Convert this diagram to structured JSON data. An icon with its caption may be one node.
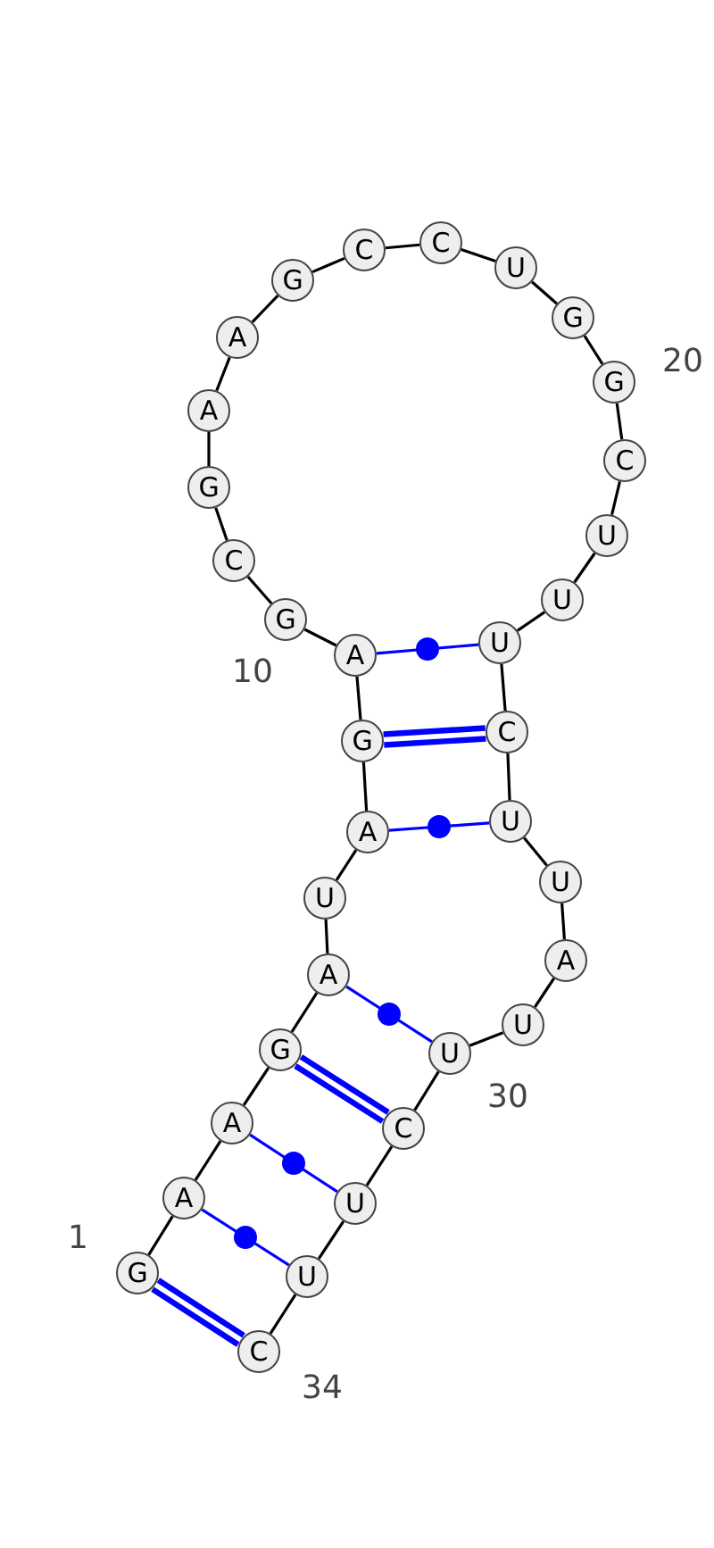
{
  "diagram": {
    "nodes": [
      {
        "text": [
          "G"
        ]
      },
      {
        "text": [
          "A"
        ]
      },
      {
        "text": [
          "A"
        ]
      },
      {
        "text": [
          "G"
        ]
      },
      {
        "text": [
          "A"
        ]
      },
      {
        "text": [
          "U"
        ]
      },
      {
        "text": [
          "A"
        ]
      },
      {
        "text": [
          "G"
        ]
      },
      {
        "text": [
          "A"
        ]
      },
      {
        "text": [
          "G"
        ]
      },
      {
        "text": [
          "C"
        ]
      },
      {
        "text": [
          "G"
        ]
      },
      {
        "text": [
          "A"
        ]
      },
      {
        "text": [
          "A"
        ]
      },
      {
        "text": [
          "G"
        ]
      },
      {
        "text": [
          "C"
        ]
      },
      {
        "text": [
          "C"
        ]
      },
      {
        "text": [
          "U"
        ]
      },
      {
        "text": [
          "G"
        ]
      },
      {
        "text": [
          "G"
        ]
      },
      {
        "text": [
          "C"
        ]
      },
      {
        "text": [
          "U"
        ]
      },
      {
        "text": [
          "U"
        ]
      },
      {
        "text": [
          "U"
        ]
      },
      {
        "text": [
          "C"
        ]
      },
      {
        "text": [
          "U"
        ]
      },
      {
        "text": [
          "U"
        ]
      },
      {
        "text": [
          "A"
        ]
      },
      {
        "text": [
          "U"
        ]
      },
      {
        "text": [
          "U"
        ]
      },
      {
        "text": [
          "C"
        ]
      },
      {
        "text": [
          "U"
        ]
      },
      {
        "text": [
          "U"
        ]
      },
      {
        "text": [
          "C"
        ]
      }
    ],
    "edges": [
      {
        "from": 0,
        "to": 1,
        "arrow": "none"
      },
      {
        "from": 1,
        "to": 2,
        "arrow": "none"
      },
      {
        "from": 2,
        "to": 3,
        "arrow": "none"
      },
      {
        "from": 3,
        "to": 4,
        "arrow": "none"
      },
      {
        "from": 4,
        "to": 5,
        "arrow": "none"
      },
      {
        "from": 5,
        "to": 6,
        "arrow": "none"
      },
      {
        "from": 6,
        "to": 7,
        "arrow": "none"
      },
      {
        "from": 7,
        "to": 8,
        "arrow": "none"
      },
      {
        "from": 8,
        "to": 9,
        "arrow": "none"
      },
      {
        "from": 9,
        "to": 10,
        "arrow": "none"
      },
      {
        "from": 10,
        "to": 11,
        "arrow": "none"
      },
      {
        "from": 11,
        "to": 12,
        "arrow": "none"
      },
      {
        "from": 12,
        "to": 13,
        "arrow": "none"
      },
      {
        "from": 13,
        "to": 14,
        "arrow": "none"
      },
      {
        "from": 14,
        "to": 15,
        "arrow": "none"
      },
      {
        "from": 15,
        "to": 16,
        "arrow": "none"
      },
      {
        "from": 16,
        "to": 17,
        "arrow": "none"
      },
      {
        "from": 17,
        "to": 18,
        "arrow": "none"
      },
      {
        "from": 18,
        "to": 19,
        "arrow": "none"
      },
      {
        "from": 19,
        "to": 20,
        "arrow": "none"
      },
      {
        "from": 20,
        "to": 21,
        "arrow": "none"
      },
      {
        "from": 21,
        "to": 22,
        "arrow": "none"
      },
      {
        "from": 22,
        "to": 23,
        "arrow": "none"
      },
      {
        "from": 23,
        "to": 24,
        "arrow": "none"
      },
      {
        "from": 24,
        "to": 25,
        "arrow": "none"
      },
      {
        "from": 25,
        "to": 26,
        "arrow": "none"
      },
      {
        "from": 26,
        "to": 27,
        "arrow": "none"
      },
      {
        "from": 27,
        "to": 28,
        "arrow": "none"
      },
      {
        "from": 28,
        "to": 29,
        "arrow": "none"
      },
      {
        "from": 29,
        "to": 30,
        "arrow": "none"
      },
      {
        "from": 30,
        "to": 31,
        "arrow": "none"
      },
      {
        "from": 31,
        "to": 32,
        "arrow": "none"
      },
      {
        "from": 32,
        "to": 33,
        "arrow": "none"
      },
      {
        "from": 0,
        "to": 33,
        "arrow": "none",
        "style": "thick",
        "color": "#0000ff"
      },
      {
        "from": 1,
        "to": 32,
        "arrow": "none",
        "color": "#0000ff"
      },
      {
        "from": 2,
        "to": 31,
        "arrow": "none",
        "color": "#0000ff"
      },
      {
        "from": 3,
        "to": 30,
        "arrow": "none",
        "style": "thick",
        "color": "#0000ff"
      },
      {
        "from": 4,
        "to": 29,
        "arrow": "none",
        "color": "#0000ff"
      },
      {
        "from": 6,
        "to": 25,
        "arrow": "none",
        "color": "#0000ff"
      },
      {
        "from": 7,
        "to": 24,
        "arrow": "none",
        "style": "thick",
        "color": "#0000ff"
      },
      {
        "from": 8,
        "to": 23,
        "arrow": "none",
        "color": "#0000ff"
      }
    ],
    "labels": [
      "1",
      "10",
      "20",
      "30",
      "34"
    ]
  }
}
